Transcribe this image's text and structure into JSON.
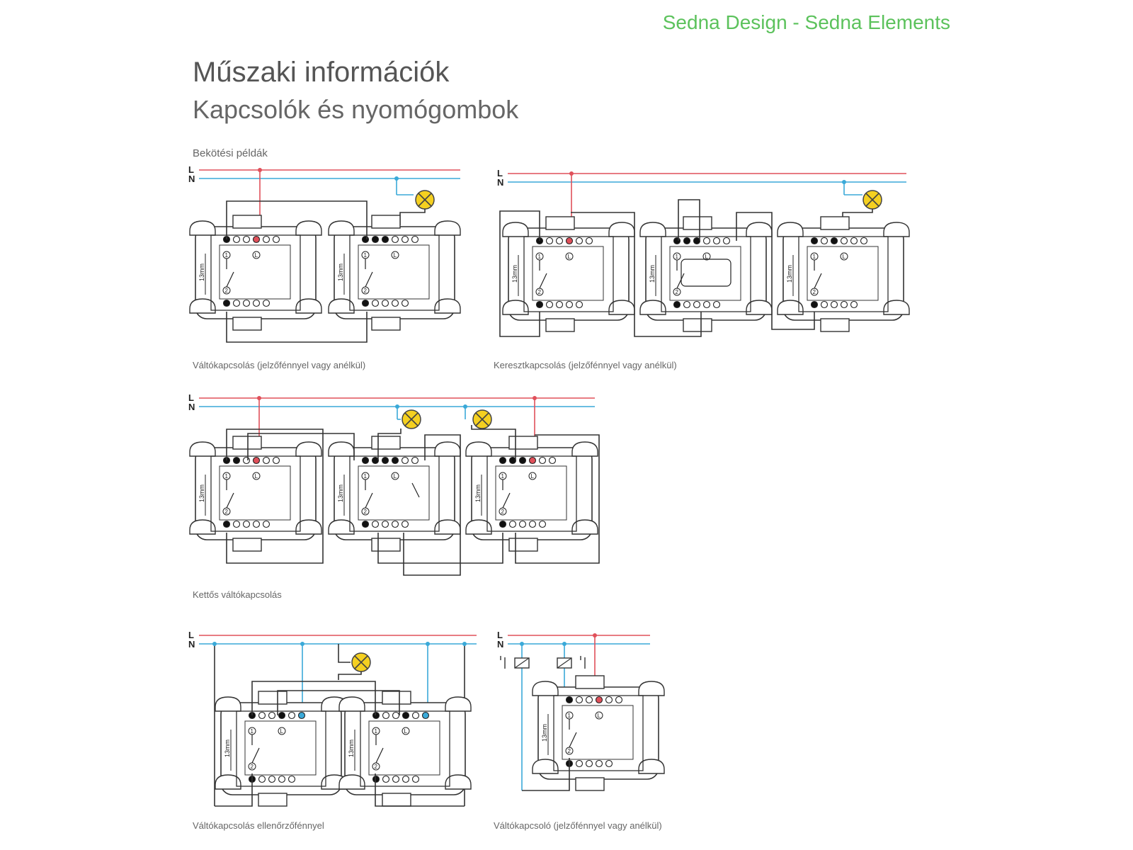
{
  "header": {
    "brand": "Sedna Design - Sedna Elements",
    "title": "Műszaki információk",
    "subtitle": "Kapcsolók és nyomógombok",
    "section_label": "Bekötési példák"
  },
  "rails": {
    "line_label": "L",
    "neutral_label": "N"
  },
  "dimension_label": "13mm",
  "terminal_labels": {
    "one": "1",
    "two": "2",
    "lamp": "L"
  },
  "colors": {
    "line": "#e0505a",
    "neutral": "#3aa9d8",
    "lamp": "#f5d020",
    "wire": "#333333",
    "brand": "#5cc25c"
  },
  "diagrams": [
    {
      "caption": "Váltókapcsolás (jelzőfénnyel vagy anélkül)"
    },
    {
      "caption": "Keresztkapcsolás (jelzőfénnyel vagy anélkül)"
    },
    {
      "caption": "Kettős váltókapcsolás"
    },
    {
      "caption": "Váltókapcsolás ellenőrzőfénnyel"
    },
    {
      "caption": "Váltókapcsoló (jelzőfénnyel vagy anélkül)"
    }
  ]
}
